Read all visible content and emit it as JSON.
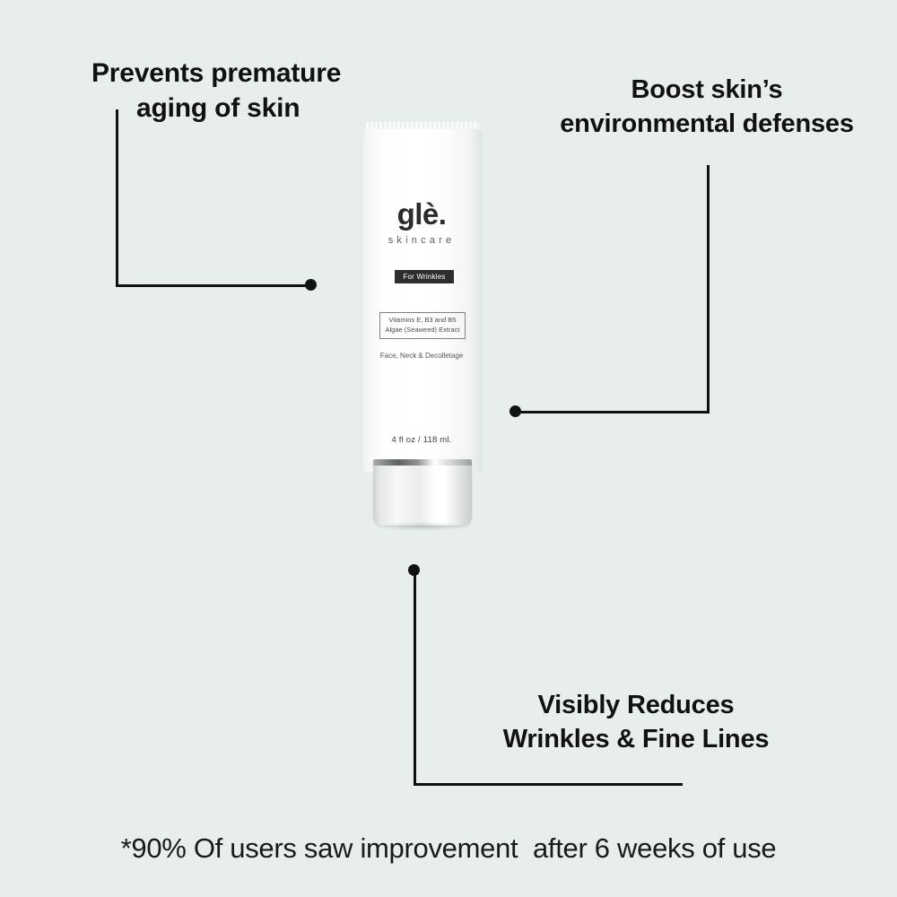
{
  "background_color": "#e8eeea",
  "accent_color": "#121212",
  "callouts": [
    {
      "id": "prevents-aging",
      "line1": "Prevents premature",
      "line2": "aging of skin"
    },
    {
      "id": "boost-defenses",
      "line1": "Boost skin’s",
      "line2": "environmental defenses"
    },
    {
      "id": "reduces-wrinkles",
      "line1": "Visibly Reduces",
      "line2": "Wrinkles & Fine Lines"
    }
  ],
  "footnote": "*90% Of users saw improvement  after 6 weeks of use",
  "product": {
    "brand": "glè.",
    "brand_sub": "skincare",
    "badge": "For Wrinkles",
    "ingredients_line1": "Vitamins E, B3 and B5",
    "ingredients_line2": "Algae (Seaweed) Extract",
    "usage_area": "Face, Neck & Decolletage",
    "volume": "4 fl oz / 118 ml."
  }
}
